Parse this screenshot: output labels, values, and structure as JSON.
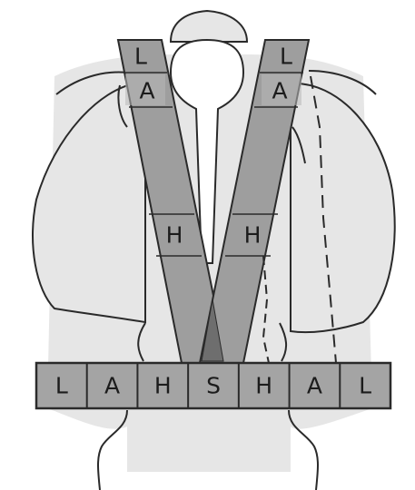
{
  "diagram": {
    "left_band": {
      "labels": [
        "L",
        "A",
        "H"
      ]
    },
    "right_band": {
      "labels": [
        "L",
        "A",
        "H"
      ]
    },
    "bottom_bar": {
      "labels": [
        "L",
        "A",
        "H",
        "S",
        "H",
        "A",
        "L"
      ]
    }
  },
  "colors": {
    "background": "#ffffff",
    "body_fill": "#e6e6e6",
    "band_fill": "#9e9e9e",
    "band_label_cell_fill": "#b8b8b8",
    "bar_fill": "#a4a4a4",
    "outline": "#2a2a2a"
  }
}
